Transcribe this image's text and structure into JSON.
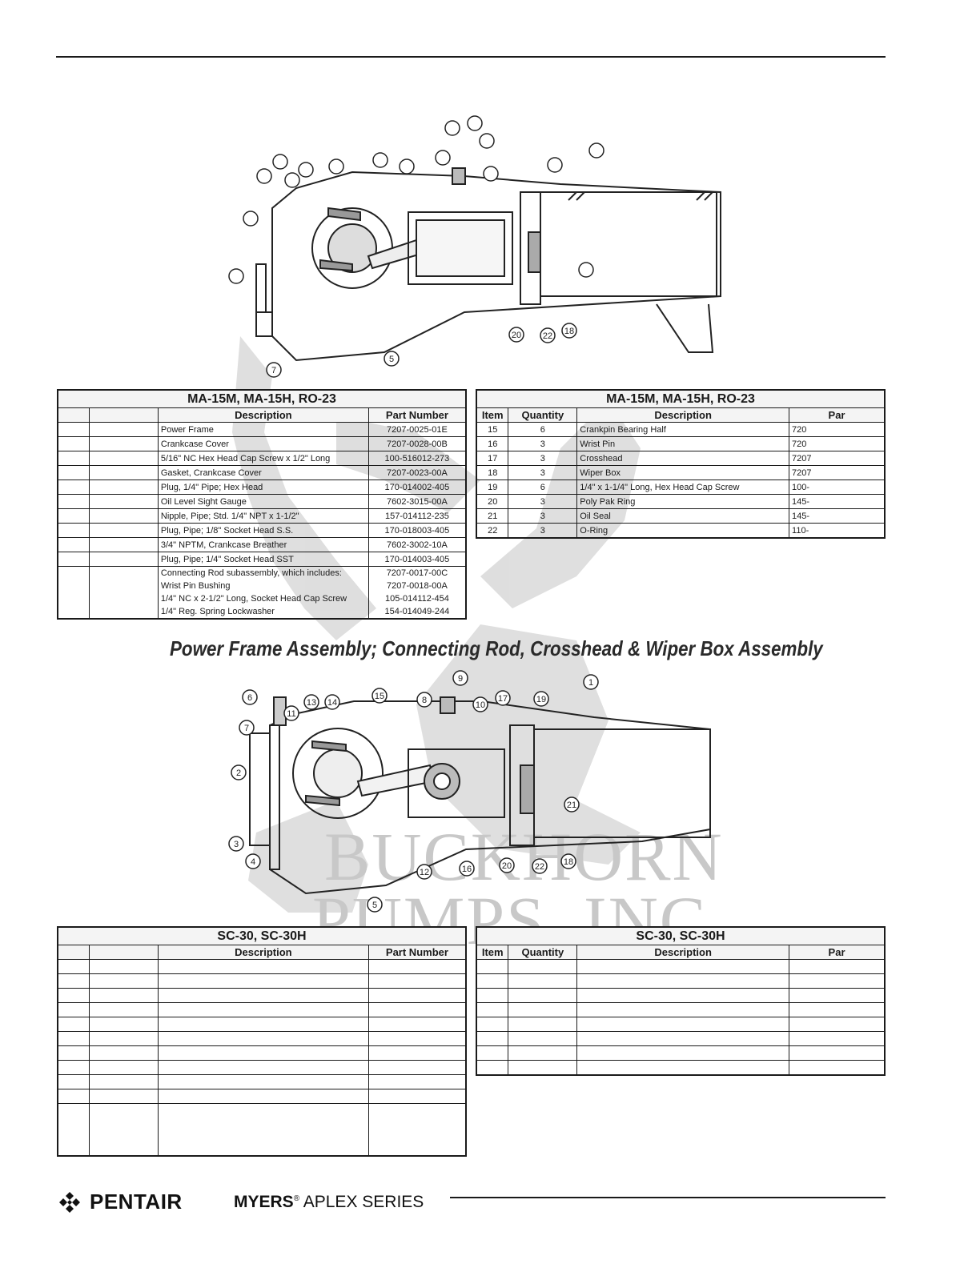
{
  "heading": "Power Frame Assembly; Connecting Rod, Crosshead & Wiper Box Assembly",
  "watermark": {
    "line1": "BUCKHORN",
    "line2": "PUMPS, INC"
  },
  "top_drawing_callouts": [
    "20",
    "22",
    "18",
    "5",
    "7"
  ],
  "bottom_drawing_callouts": [
    "1",
    "2",
    "3",
    "4",
    "5",
    "6",
    "7",
    "8",
    "9",
    "10",
    "11",
    "12",
    "13",
    "14",
    "15",
    "16",
    "17",
    "18",
    "19",
    "20",
    "21",
    "22"
  ],
  "table1": {
    "title": "MA-15M, MA-15H, RO-23",
    "headers": {
      "item": "",
      "quantity": "",
      "description": "Description",
      "part": "Part Number"
    },
    "rows": [
      {
        "description": "Power Frame",
        "part": "7207-0025-01E"
      },
      {
        "description": "Crankcase Cover",
        "part": "7207-0028-00B"
      },
      {
        "description": "5/16\" NC Hex Head Cap Screw x 1/2\" Long",
        "part": "100-516012-273"
      },
      {
        "description": "Gasket, Crankcase Cover",
        "part": "7207-0023-00A"
      },
      {
        "description": "Plug, 1/4\" Pipe; Hex Head",
        "part": "170-014002-405"
      },
      {
        "description": "Oil Level Sight Gauge",
        "part": "7602-3015-00A"
      },
      {
        "description": "Nipple, Pipe; Std. 1/4\" NPT x 1-1/2\"",
        "part": "157-014112-235"
      },
      {
        "description": "Plug, Pipe; 1/8\" Socket Head S.S.",
        "part": "170-018003-405"
      },
      {
        "description": "3/4\" NPTM, Crankcase Breather",
        "part": "7602-3002-10A"
      },
      {
        "description": "Plug, Pipe; 1/4\" Socket Head SST",
        "part": "170-014003-405"
      }
    ],
    "multi": {
      "descriptions": [
        "Connecting Rod subassembly, which includes:",
        " Wrist Pin Bushing",
        " 1/4\" NC x 2-1/2\" Long, Socket Head Cap Screw",
        " 1/4\" Reg. Spring Lockwasher"
      ],
      "parts": [
        "7207-0017-00C",
        "7207-0018-00A",
        "105-014112-454",
        "154-014049-244"
      ]
    }
  },
  "table2": {
    "title": "MA-15M, MA-15H, RO-23",
    "headers": {
      "item": "Item",
      "quantity": "Quantity",
      "description": "Description",
      "part": "Par"
    },
    "rows": [
      {
        "item": "15",
        "quantity": "6",
        "description": "Crankpin Bearing Half",
        "part": "720"
      },
      {
        "item": "16",
        "quantity": "3",
        "description": "Wrist Pin",
        "part": "720"
      },
      {
        "item": "17",
        "quantity": "3",
        "description": "Crosshead",
        "part": "7207"
      },
      {
        "item": "18",
        "quantity": "3",
        "description": "Wiper Box",
        "part": "7207"
      },
      {
        "item": "19",
        "quantity": "6",
        "description": "1/4\" x 1-1/4\" Long, Hex Head Cap Screw",
        "part": "100-"
      },
      {
        "item": "20",
        "quantity": "3",
        "description": "Poly Pak Ring",
        "part": "145-"
      },
      {
        "item": "21",
        "quantity": "3",
        "description": "Oil Seal",
        "part": "145-"
      },
      {
        "item": "22",
        "quantity": "3",
        "description": "O-Ring",
        "part": "110-"
      }
    ]
  },
  "table3": {
    "title": "SC-30, SC-30H",
    "headers": {
      "item": "",
      "quantity": "",
      "description": "Description",
      "part": "Part Number"
    }
  },
  "table4": {
    "title": "SC-30, SC-30H",
    "headers": {
      "item": "Item",
      "quantity": "Quantity",
      "description": "Description",
      "part": "Par"
    }
  },
  "footer": {
    "brand": "PENTAIR",
    "series_brand": "MYERS",
    "series_mark": "®",
    "series_rest": " APLEX SERIES"
  }
}
